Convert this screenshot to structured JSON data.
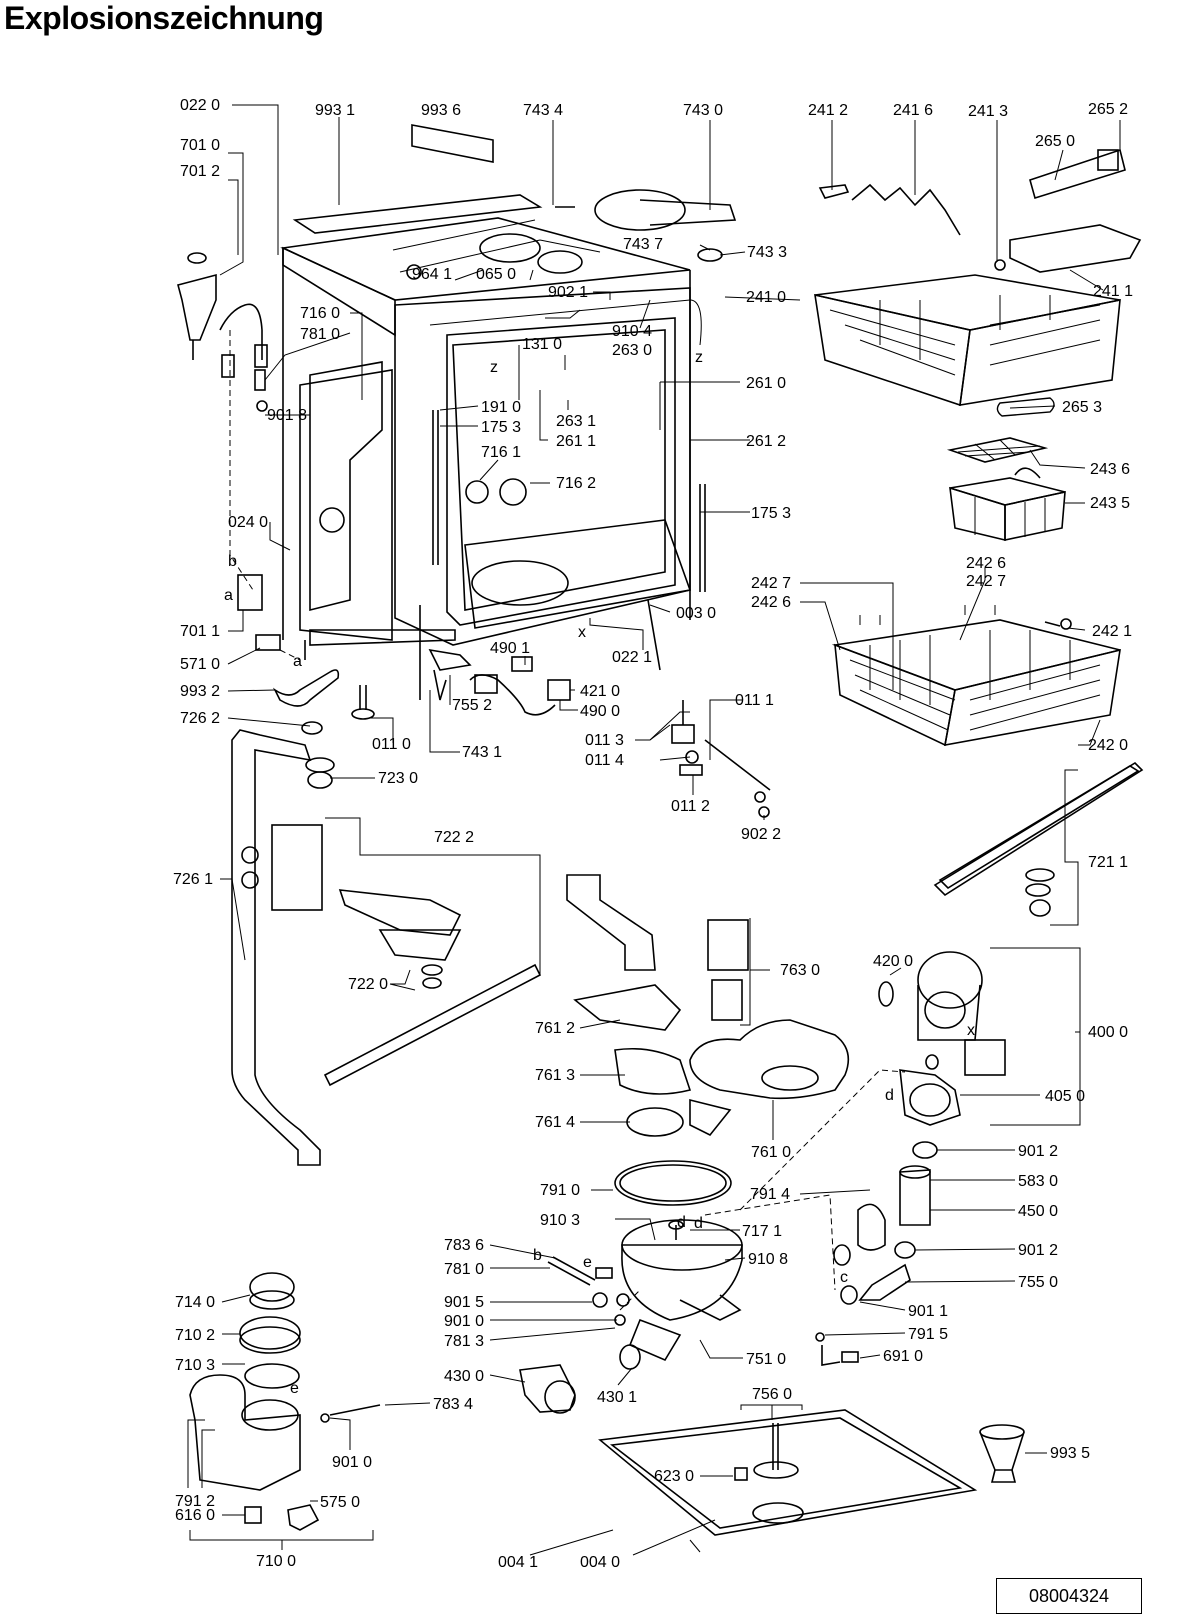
{
  "title": "Explosionszeichnung",
  "doc_number": "08004324",
  "letters": [
    "a",
    "b",
    "c",
    "d",
    "e",
    "x",
    "z"
  ],
  "labels": {
    "l0220": "022 0",
    "l9931": "993 1",
    "l9936": "993 6",
    "l7434": "743 4",
    "l7430": "743 0",
    "l2412": "241 2",
    "l2416": "241 6",
    "l2413": "241 3",
    "l2652": "265 2",
    "l2650": "265 0",
    "l7010": "701 0",
    "l7012": "701 2",
    "l7437": "743 7",
    "l7433": "743 3",
    "l9641": "964 1",
    "l0650": "065 0",
    "l9021": "902 1",
    "l2410": "241 0",
    "l2411": "241 1",
    "l7160": "716 0",
    "l7810": "781 0",
    "l9104": "910 4",
    "l1310": "131 0",
    "l2630": "263 0",
    "l2610": "261 0",
    "l9018": "901 8",
    "l1910": "191 0",
    "l2631": "263 1",
    "l1753a": "175 3",
    "l2611": "261 1",
    "l2612": "261 2",
    "l2653": "265 3",
    "l7161": "716 1",
    "l7162": "716 2",
    "l2436": "243 6",
    "l0240": "024 0",
    "l1753b": "175 3",
    "l2435": "243 5",
    "l2426a": "242 6",
    "l2427a": "242 7",
    "l2427b": "242 7",
    "l2426b": "242 6",
    "l0030": "003 0",
    "l7011": "701 1",
    "l2421": "242 1",
    "l0221": "022 1",
    "l4901": "490 1",
    "l5710": "571 0",
    "l4210": "421 0",
    "l9932": "993 2",
    "l4900": "490 0",
    "l0111": "011 1",
    "l7552": "755 2",
    "l7262": "726 2",
    "l0110": "011 0",
    "l7431": "743 1",
    "l0113": "011 3",
    "l2420": "242 0",
    "l0114": "011 4",
    "l7230": "723 0",
    "l0112": "011 2",
    "l9022": "902 2",
    "l7222": "722 2",
    "l7211": "721 1",
    "l7261": "726 1",
    "l7630": "763 0",
    "l4200": "420 0",
    "l7220": "722 0",
    "l7612": "761 2",
    "l4000": "400 0",
    "l7613": "761 3",
    "l4050": "405 0",
    "l7614": "761 4",
    "l7610": "761 0",
    "l9012a": "901 2",
    "l7910": "791 0",
    "l5830": "583 0",
    "l7914": "791 4",
    "l9103": "910 3",
    "l7171": "717 1",
    "l4500": "450 0",
    "l7836": "783 6",
    "l9108": "910 8",
    "l9012b": "901 2",
    "l7810b": "781 0",
    "l7550": "755 0",
    "l7140": "714 0",
    "l9015": "901 5",
    "l9011": "901 1",
    "l9010": "901 0",
    "l7915": "791 5",
    "l7102": "710 2",
    "l7813": "781 3",
    "l7510": "751 0",
    "l6910": "691 0",
    "l7103": "710 3",
    "l4300": "430 0",
    "l7834": "783 4",
    "l4301": "430 1",
    "l7560": "756 0",
    "l9010b": "901 0",
    "l9935": "993 5",
    "l7912": "791 2",
    "l5750": "575 0",
    "l6230": "623 0",
    "l6160": "616 0",
    "l7100": "710 0",
    "l0041": "004 1",
    "l0040": "004 0"
  }
}
